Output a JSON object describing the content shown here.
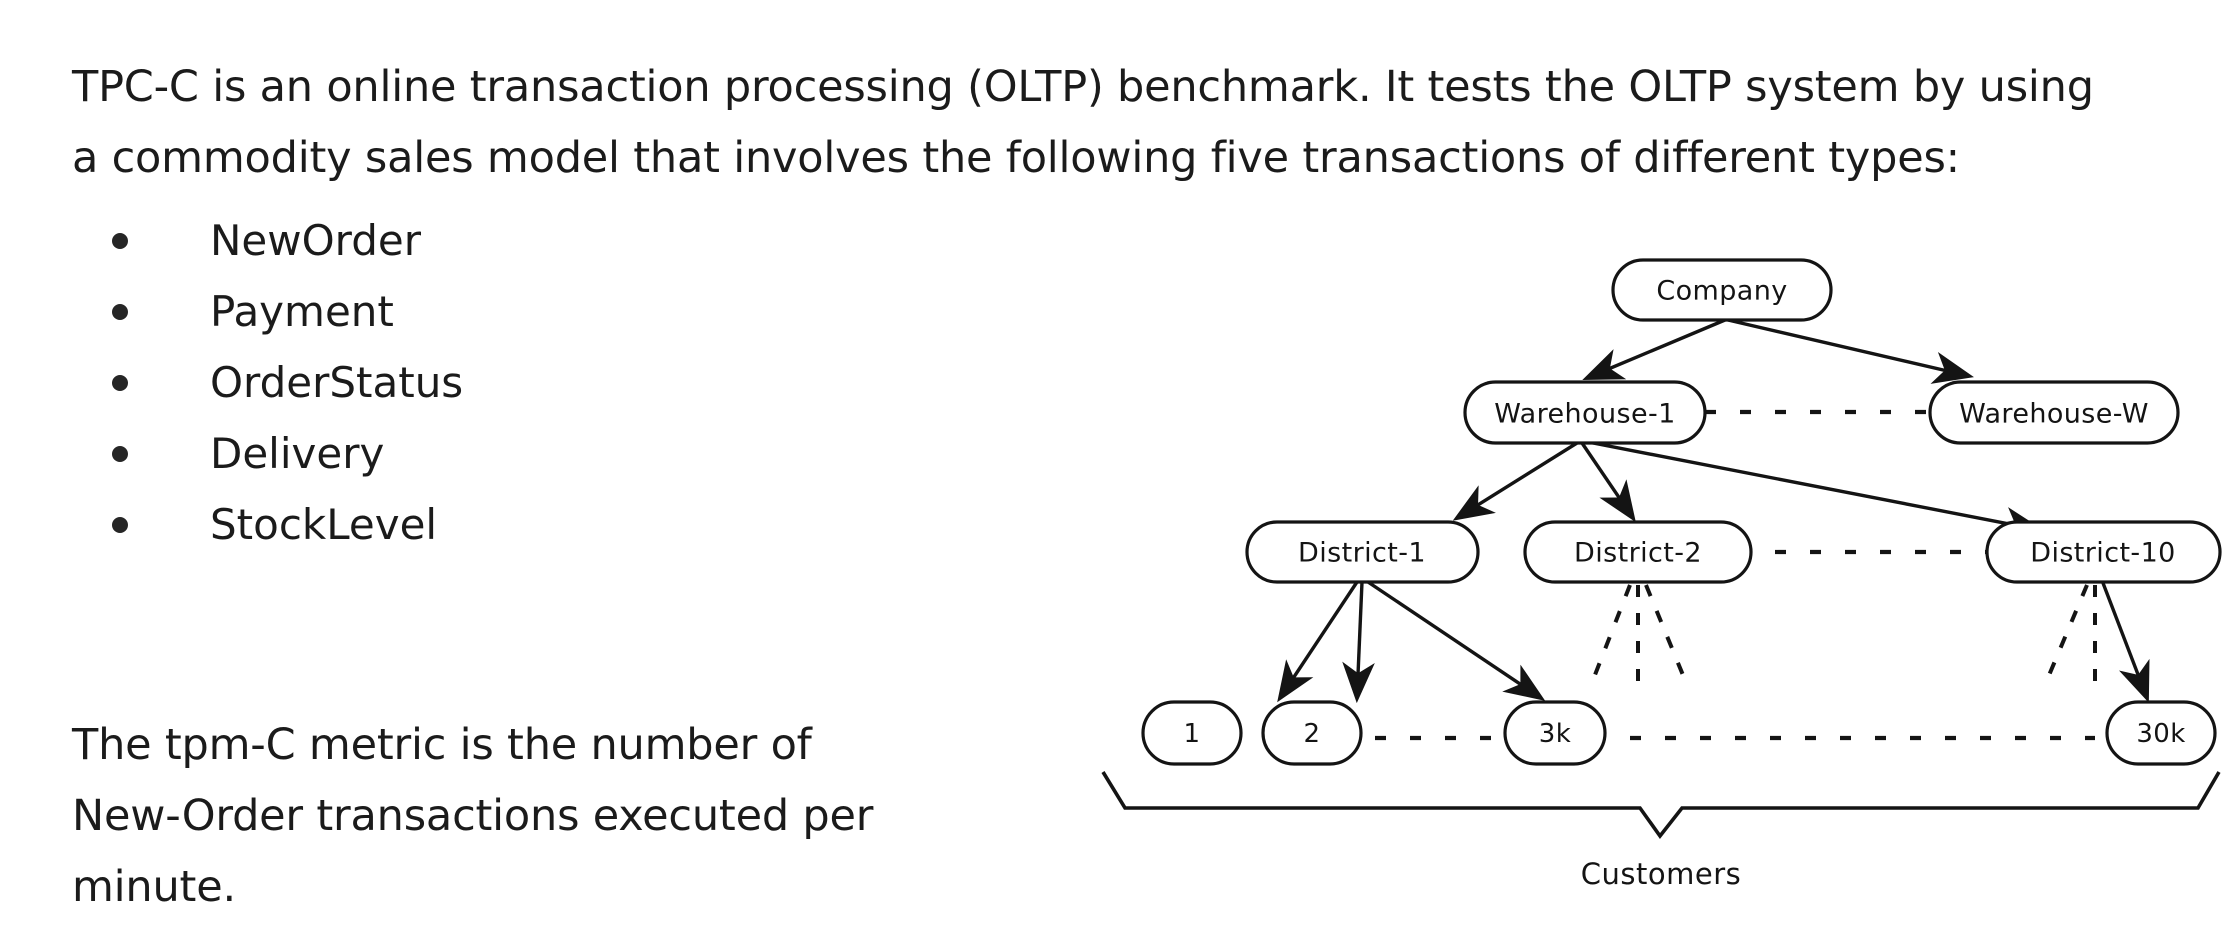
{
  "slide": {
    "background_color": "#ffffff",
    "text_color": "#1b1b1b"
  },
  "intro": {
    "line1": "TPC-C is an online transaction processing (OLTP) benchmark. It tests the OLTP system by using",
    "line2": "a commodity sales model that involves the following five transactions of different types:"
  },
  "transactions": [
    {
      "label": "NewOrder"
    },
    {
      "label": "Payment"
    },
    {
      "label": "OrderStatus"
    },
    {
      "label": "Delivery"
    },
    {
      "label": "StockLevel"
    }
  ],
  "tpmc": {
    "line1": "The tpm-C metric is the number of",
    "line2": "New-Order transactions executed per",
    "line3": "minute."
  },
  "diagram": {
    "nodes": {
      "company": "Company",
      "warehouse_1": "Warehouse-1",
      "warehouse_w": "Warehouse-W",
      "district_1": "District-1",
      "district_2": "District-2",
      "district_10": "District-10",
      "customer_1": "1",
      "customer_2": "2",
      "customer_3k": "3k",
      "customer_30k": "30k"
    },
    "brace_label": "Customers",
    "stroke_color": "#141414",
    "fill_color": "#ffffff"
  }
}
